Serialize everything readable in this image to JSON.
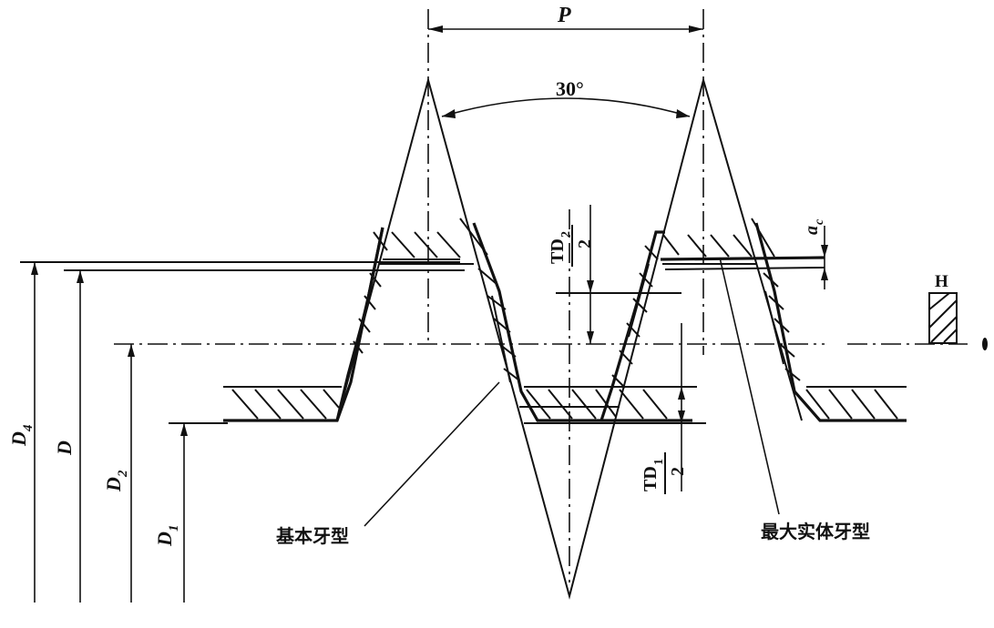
{
  "labels": {
    "pitch": "P",
    "angle": "30°",
    "td2_num": "TD",
    "td2_sub": "2",
    "td2_den": "2",
    "td1_num": "TD",
    "td1_sub": "1",
    "td1_den": "2",
    "ac_main": "a",
    "ac_sub": "c",
    "d4_main": "D",
    "d4_sub": "4",
    "d_main": "D",
    "d2_main": "D",
    "d2_sub": "2",
    "d1_main": "D",
    "d1_sub": "1",
    "h_symbol": "H",
    "basic_profile": "基本牙型",
    "max_material_profile": "最大实体牙型"
  }
}
